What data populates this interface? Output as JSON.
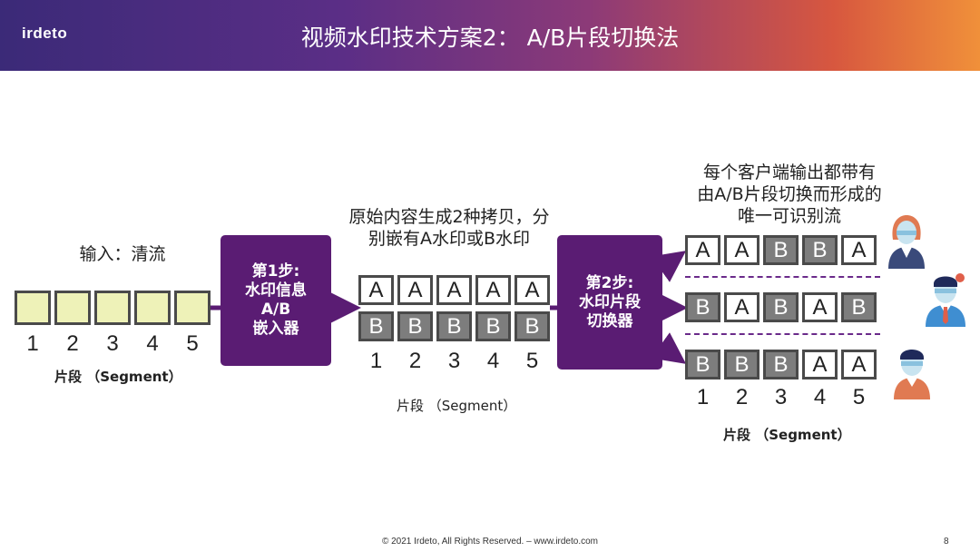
{
  "header": {
    "logo": "irdeto",
    "title": "视频水印技术方案2： A/B片段切换法"
  },
  "input": {
    "label": "输入：清流",
    "numbers": [
      "1",
      "2",
      "3",
      "4",
      "5"
    ],
    "segment_label": "片段 （Segment）"
  },
  "step1": {
    "lines": [
      "第1步:",
      "水印信息",
      "A/B",
      "嵌入器"
    ]
  },
  "copies": {
    "caption_lines": [
      "原始内容生成2种拷贝，分",
      "别嵌有A水印或B水印"
    ],
    "row_a": [
      "A",
      "A",
      "A",
      "A",
      "A"
    ],
    "row_b": [
      "B",
      "B",
      "B",
      "B",
      "B"
    ],
    "numbers": [
      "1",
      "2",
      "3",
      "4",
      "5"
    ],
    "segment_label": "片段 （Segment）"
  },
  "step2": {
    "lines": [
      "第2步:",
      "水印片段",
      "切换器"
    ]
  },
  "output": {
    "caption_lines": [
      "每个客户端输出都带有",
      "由A/B片段切换而形成的",
      "唯一可识别流"
    ],
    "rows": [
      [
        "A",
        "A",
        "B",
        "B",
        "A"
      ],
      [
        "B",
        "A",
        "B",
        "A",
        "B"
      ],
      [
        "B",
        "B",
        "B",
        "A",
        "A"
      ]
    ],
    "numbers": [
      "1",
      "2",
      "3",
      "4",
      "5"
    ],
    "segment_label": "片段 （Segment）"
  },
  "footer": {
    "copyright": "© 2021 Irdeto, All Rights Reserved. – www.irdeto.com",
    "page": "8"
  },
  "colors": {
    "purple": "#5a1c73",
    "segment_fill": "#eef2b8",
    "b_segment": "#7d7d7d"
  }
}
